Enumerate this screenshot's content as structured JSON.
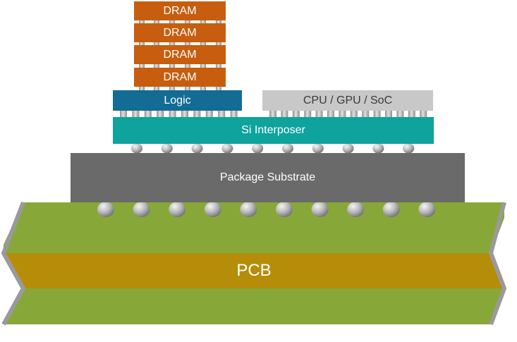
{
  "diagram": {
    "dram_labels": [
      "DRAM",
      "DRAM",
      "DRAM",
      "DRAM"
    ],
    "logic_label": "Logic",
    "cpu_label": "CPU / GPU / SoC",
    "interposer_label": "Si Interposer",
    "substrate_label": "Package Substrate",
    "pcb_label": "PCB",
    "colors": {
      "dram": "#c75d0e",
      "logic": "#136c93",
      "cpu": "#c8c8c8",
      "interposer": "#0ea39c",
      "substrate": "#6a6a6a",
      "pcb_green": "#87a838",
      "pcb_core": "#b58d09",
      "bump": "#b5b5b5"
    }
  }
}
